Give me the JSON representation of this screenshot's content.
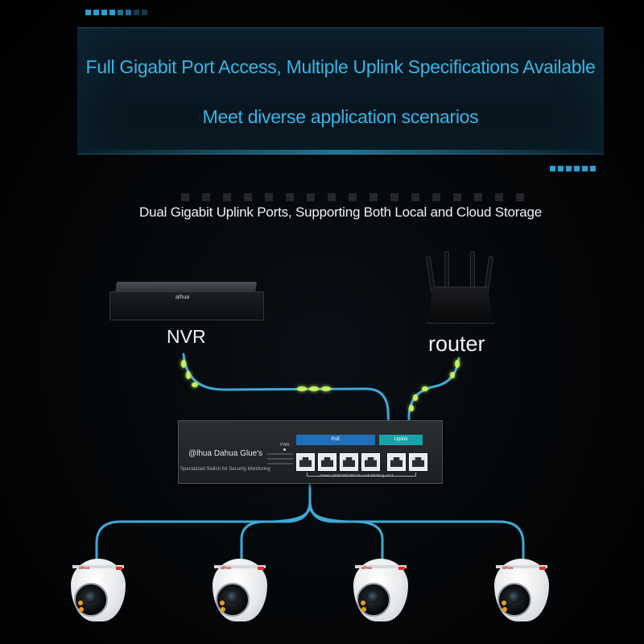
{
  "headline": {
    "line1": "Full Gigabit Port Access, Multiple Uplink Specifications Available",
    "line2": "Meet diverse application scenarios"
  },
  "subheadline": "Dual Gigabit Uplink Ports, Supporting Both Local and Cloud Storage",
  "devices": {
    "nvr_label": "NVR",
    "router_label": "router"
  },
  "switch": {
    "brand": "@lhua Dahua Glue's",
    "description": "Specialized Switch for Security Monitoring",
    "power_label": "PWR",
    "poe_label": "PoE",
    "uplink_label": "Uplink",
    "port_count": 6,
    "port_note": "Green=1000/100/10M On=Link Flashing=ACT"
  },
  "cameras": {
    "count": 4,
    "brand": "alhua"
  },
  "colors": {
    "accent": "#36b6e6",
    "cable": "#3fa9d6",
    "signal": "#c8f05a",
    "poe_bar": "#1f6fb8",
    "uplink_bar": "#17a3a8",
    "camera_red": "#e0312a"
  }
}
